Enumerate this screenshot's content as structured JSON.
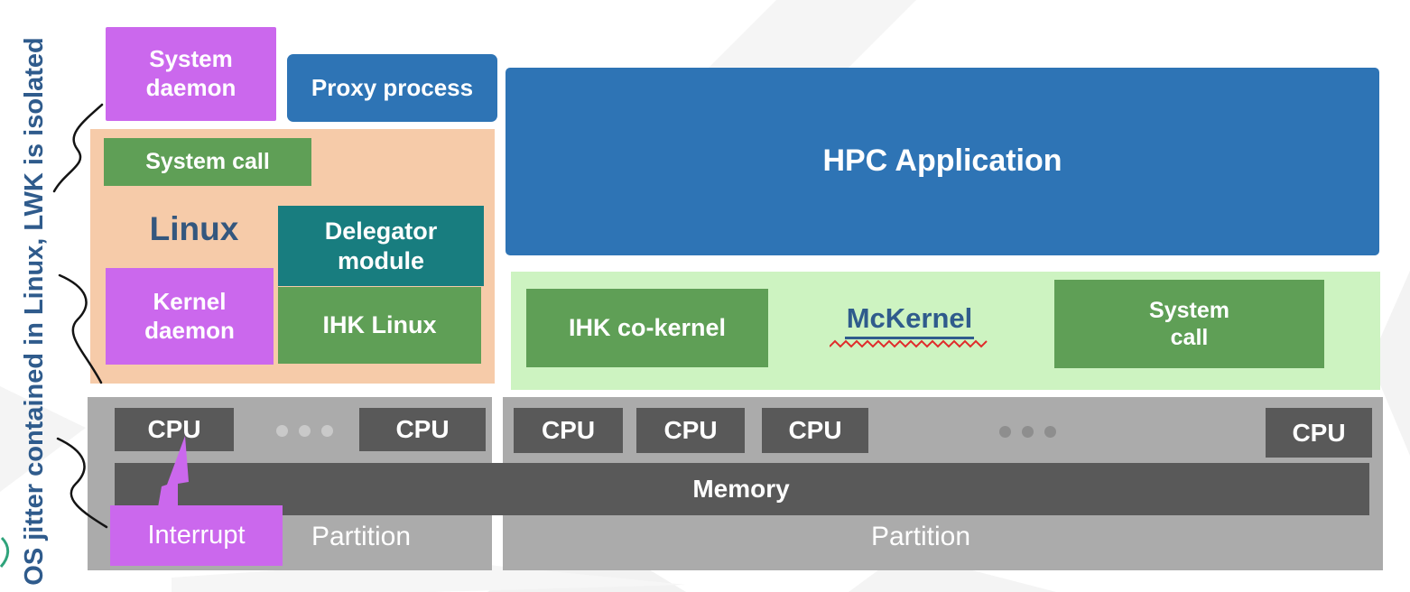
{
  "annotation": {
    "vertical_text": "OS jitter contained in Linux, LWK is isolated"
  },
  "linux_stack": {
    "system_daemon": "System daemon",
    "proxy_process": "Proxy process",
    "region": {
      "system_call": "System call",
      "os_name": "Linux",
      "delegator_module": "Delegator module",
      "kernel_daemon": "Kernel daemon",
      "ihk_linux": "IHK Linux"
    }
  },
  "mckernel_stack": {
    "hpc_application": "HPC Application",
    "region": {
      "ihk_co_kernel": "IHK co-kernel",
      "os_name": "McKernel",
      "system_call": "System call"
    }
  },
  "hardware": {
    "cpu": "CPU",
    "memory": "Memory",
    "interrupt": "Interrupt",
    "partition_left": "Partition",
    "partition_right": "Partition",
    "left_cpu_count": 2,
    "right_cpu_count": 4
  },
  "colors": {
    "purple": "#cb68ed",
    "blue": "#2e74b5",
    "peach": "#f6cba9",
    "green": "#5f9f56",
    "teal": "#187d7f",
    "light_green": "#cdf3c1",
    "gray": "#ababab",
    "dark_gray": "#595959",
    "navy_text": "#2f5b8c",
    "squiggle_red": "#e02b2b",
    "connector_black": "#141414"
  }
}
